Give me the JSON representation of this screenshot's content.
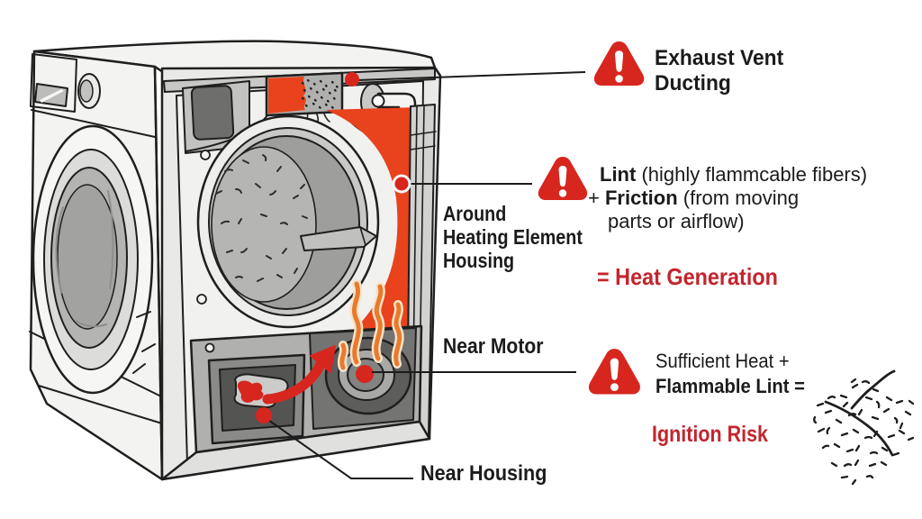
{
  "diagram": {
    "subject": "dryer-fire-risk-cutaway",
    "annotations": {
      "exhaust_vent": {
        "line1": "Exhaust Vent",
        "line2": "Ducting"
      },
      "lint_friction": {
        "l1_bold": "Lint",
        "l1_rest": " (highly flammcable fibers)",
        "l2_pre": "+ ",
        "l2_bold": "Friction",
        "l2_rest": " (from moving",
        "l3": "parts or airflow)"
      },
      "heat_generation": "= Heat Generation",
      "around_heating_element": {
        "line1": "Around",
        "line2": "Heating Element",
        "line3": "Housing"
      },
      "near_motor": "Near Motor",
      "ignition": {
        "line1": "Sufficient Heat +",
        "line2": "Flammable Lint =",
        "result": "Ignition Risk"
      },
      "near_housing": "Near Housing"
    },
    "icons": {
      "warning": "warning-triangle-icon",
      "risk_marker": "risk-dot-icon",
      "lint": "lint-fibers-illustration"
    },
    "colors": {
      "background": "#ffffff",
      "warning_red": "#d7261e",
      "label_red": "#c2252e",
      "heat_orange": "#e8431c",
      "outline_black": "#1f1f1f",
      "text_black": "#1b1b1b"
    }
  }
}
